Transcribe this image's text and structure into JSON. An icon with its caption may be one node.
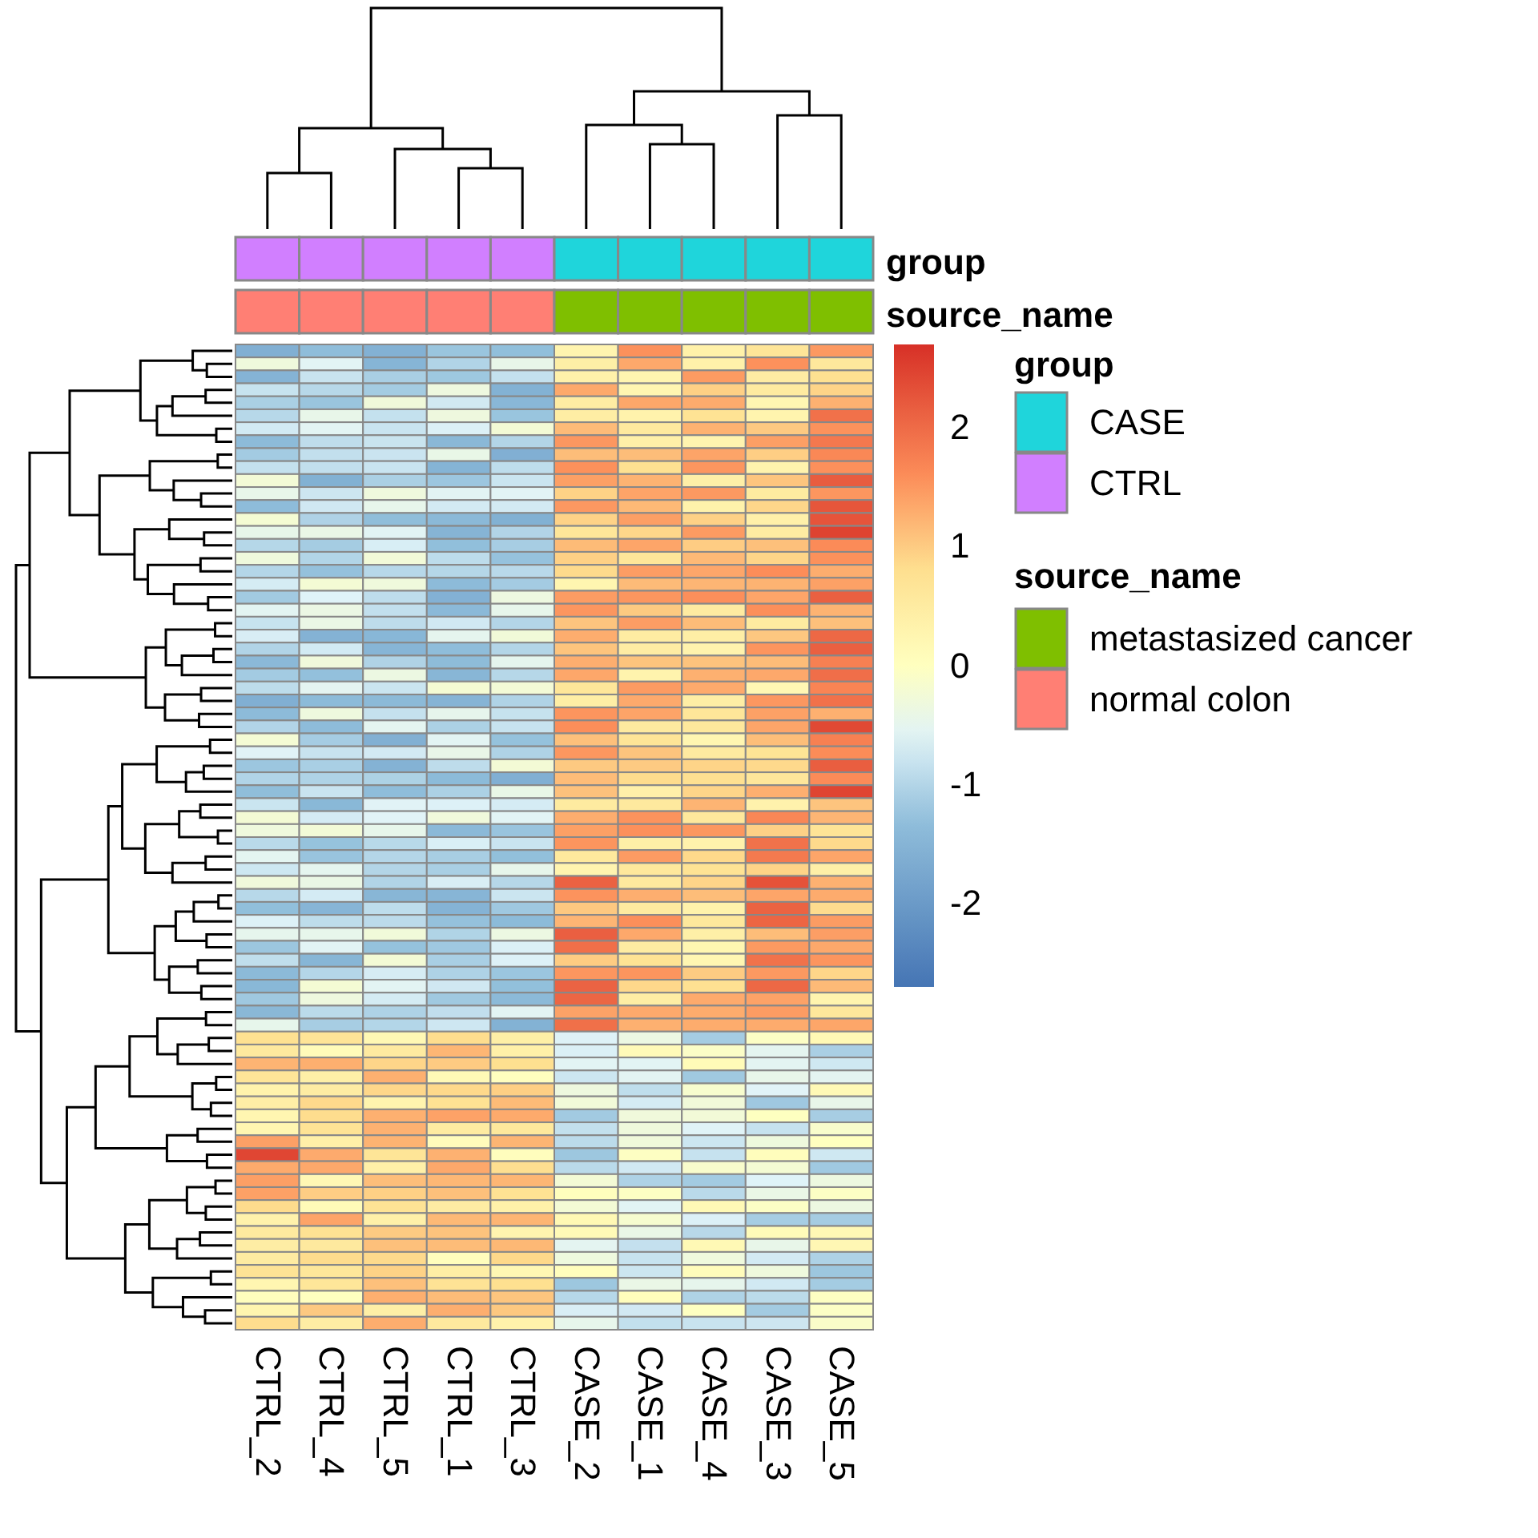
{
  "diagram": {
    "labels": [
      "group",
      "source_name",
      "CTRL_2",
      "CTRL_4",
      "CTRL_5",
      "CTRL_1",
      "CTRL_3",
      "CASE_2",
      "CASE_1",
      "CASE_4",
      "CASE_3",
      "CASE_5",
      "2",
      "1",
      "0",
      "-1",
      "-2",
      "group",
      "source_name"
    ],
    "legend": [
      {
        "text": "CASE",
        "color": "#1fd5db"
      },
      {
        "text": "CTRL",
        "color": "#d17fff"
      },
      {
        "text": "metastasized cancer",
        "color": "#7fbf00"
      },
      {
        "text": "normal colon",
        "color": "#ff7f74"
      }
    ]
  }
}
